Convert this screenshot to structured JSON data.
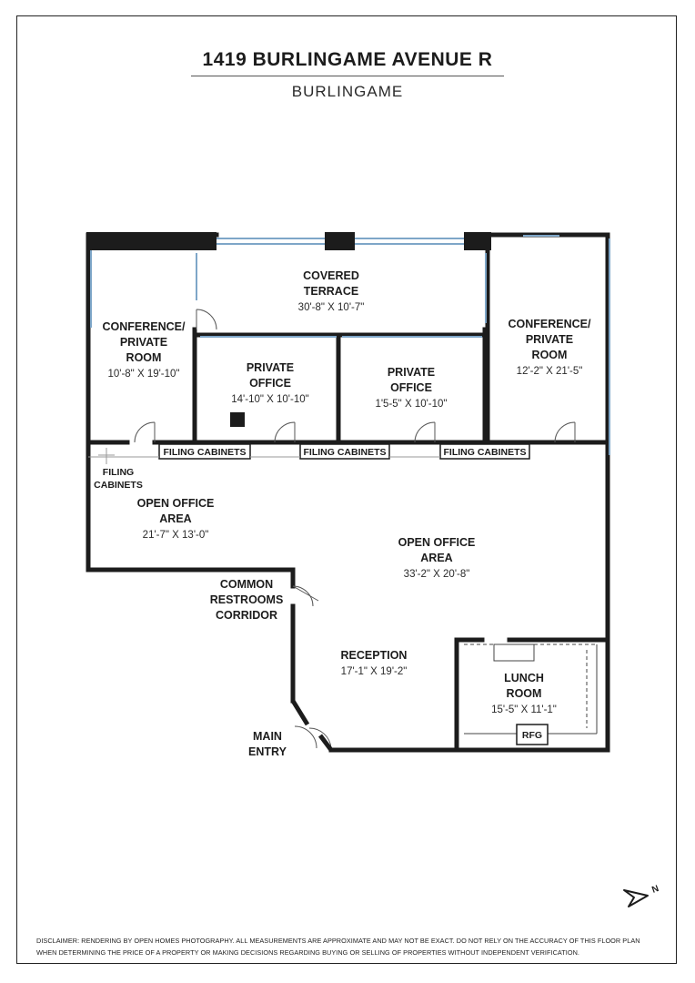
{
  "header": {
    "title": "1419 BURLINGAME AVENUE R",
    "subtitle": "BURLINGAME"
  },
  "rooms": {
    "covered_terrace": {
      "line1": "COVERED",
      "line2": "TERRACE",
      "dims": "30'-8\" X 10'-7\""
    },
    "conference_left": {
      "line1": "CONFERENCE/",
      "line2": "PRIVATE",
      "line3": "ROOM",
      "dims": "10'-8\" X 19'-10\""
    },
    "private_office_1": {
      "line1": "PRIVATE",
      "line2": "OFFICE",
      "dims": "14'-10\" X 10'-10\""
    },
    "private_office_2": {
      "line1": "PRIVATE",
      "line2": "OFFICE",
      "dims": "1'5-5\" X 10'-10\""
    },
    "conference_right": {
      "line1": "CONFERENCE/",
      "line2": "PRIVATE",
      "line3": "ROOM",
      "dims": "12'-2\" X 21'-5\""
    },
    "filing_cabinets_1": "FILING CABINETS",
    "filing_cabinets_2": "FILING CABINETS",
    "filing_cabinets_3": "FILING CABINETS",
    "filing_cabinets_left": {
      "line1": "FILING",
      "line2": "CABINETS"
    },
    "open_office_left": {
      "line1": "OPEN OFFICE",
      "line2": "AREA",
      "dims": "21'-7\" X 13'-0\""
    },
    "open_office_main": {
      "line1": "OPEN OFFICE",
      "line2": "AREA",
      "dims": "33'-2\" X 20'-8\""
    },
    "restrooms": {
      "line1": "COMMON",
      "line2": "RESTROOMS",
      "line3": "CORRIDOR"
    },
    "reception": {
      "line1": "RECEPTION",
      "dims": "17'-1\" X 19'-2\""
    },
    "lunch_room": {
      "line1": "LUNCH",
      "line2": "ROOM",
      "dims": "15'-5\" X 11'-1\"",
      "fridge": "RFG"
    },
    "main_entry": {
      "line1": "MAIN",
      "line2": "ENTRY"
    }
  },
  "compass": {
    "letter": "N"
  },
  "colors": {
    "wall": "#1c1c1c",
    "window": "#7ea6c8",
    "frame": "#222222"
  },
  "disclaimer": {
    "line1": "DISCLAIMER: RENDERING BY OPEN HOMES PHOTOGRAPHY. ALL MEASUREMENTS ARE APPROXIMATE AND MAY NOT BE EXACT. DO NOT RELY ON THE ACCURACY OF THIS FLOOR PLAN",
    "line2": "WHEN DETERMINING THE PRICE OF A PROPERTY OR MAKING DECISIONS REGARDING BUYING OR SELLING OF PROPERTIES WITHOUT INDEPENDENT VERIFICATION."
  }
}
